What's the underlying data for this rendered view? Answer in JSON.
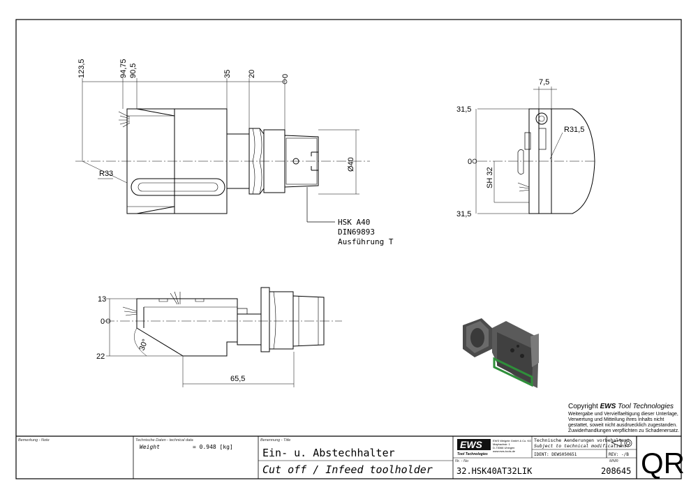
{
  "views": {
    "top": {
      "dims": {
        "d1": "123,5",
        "d2": "94,75",
        "d3": "90,5",
        "d4": "35",
        "d5": "20",
        "d6": "0",
        "radius": "R33",
        "diameter": "Ø40"
      },
      "callout": [
        "HSK A40",
        "DIN69893",
        "Ausführung T"
      ]
    },
    "end": {
      "dims": {
        "width": "7,5",
        "top": "31,5",
        "zero": "0",
        "bottom": "31,5",
        "radius": "R31,5",
        "shank": "SH 32"
      }
    },
    "front": {
      "dims": {
        "top": "13",
        "zero": "0",
        "bottom": "22",
        "angle": "30°",
        "length": "65,5"
      }
    }
  },
  "copyright": {
    "heading_prefix": "Copyright ",
    "heading_brand": "EWS",
    "heading_suffix": " Tool Technologies",
    "lines": [
      "Weitergabe und Vervielfaeltigung dieser Unterlage,",
      "Verwertung und Mitteilung ihres Inhalts nicht",
      "gestattet, soweit nicht ausdruecklich zugestanden.",
      "Zuwiderhandlungen verpflichten zu Schadenersatz."
    ]
  },
  "title_block": {
    "note_label": "Bemerkung - Note",
    "tech_label": "Technische Daten - technical data",
    "weight_label": "Weight",
    "weight_value": "= 0.948 [kg]",
    "title_label": "Benennung - Title",
    "title_de": "Ein- u. Abstechhalter",
    "title_en": "Cut off / Infeed toolholder",
    "logo": "EWS",
    "logo_sub": "Tool Technologies",
    "company_lines": [
      "EWS Weigele GmbH & Co. KG",
      "Maybachstr. 1",
      "D-73066 Uhingen",
      "www.ews-tools.de"
    ],
    "changes_de": "Technische Aenderungen vorbehalten!",
    "changes_en": "Subject to technical modifications!",
    "ident": "IDENT: DEWS050651",
    "rev": "REV: -/B",
    "nr_label": "Nr. - No",
    "part_number": "32.HSK40AT32LIK",
    "mnr_label": "MNR:",
    "mnr": "208645",
    "qr": "QR"
  }
}
